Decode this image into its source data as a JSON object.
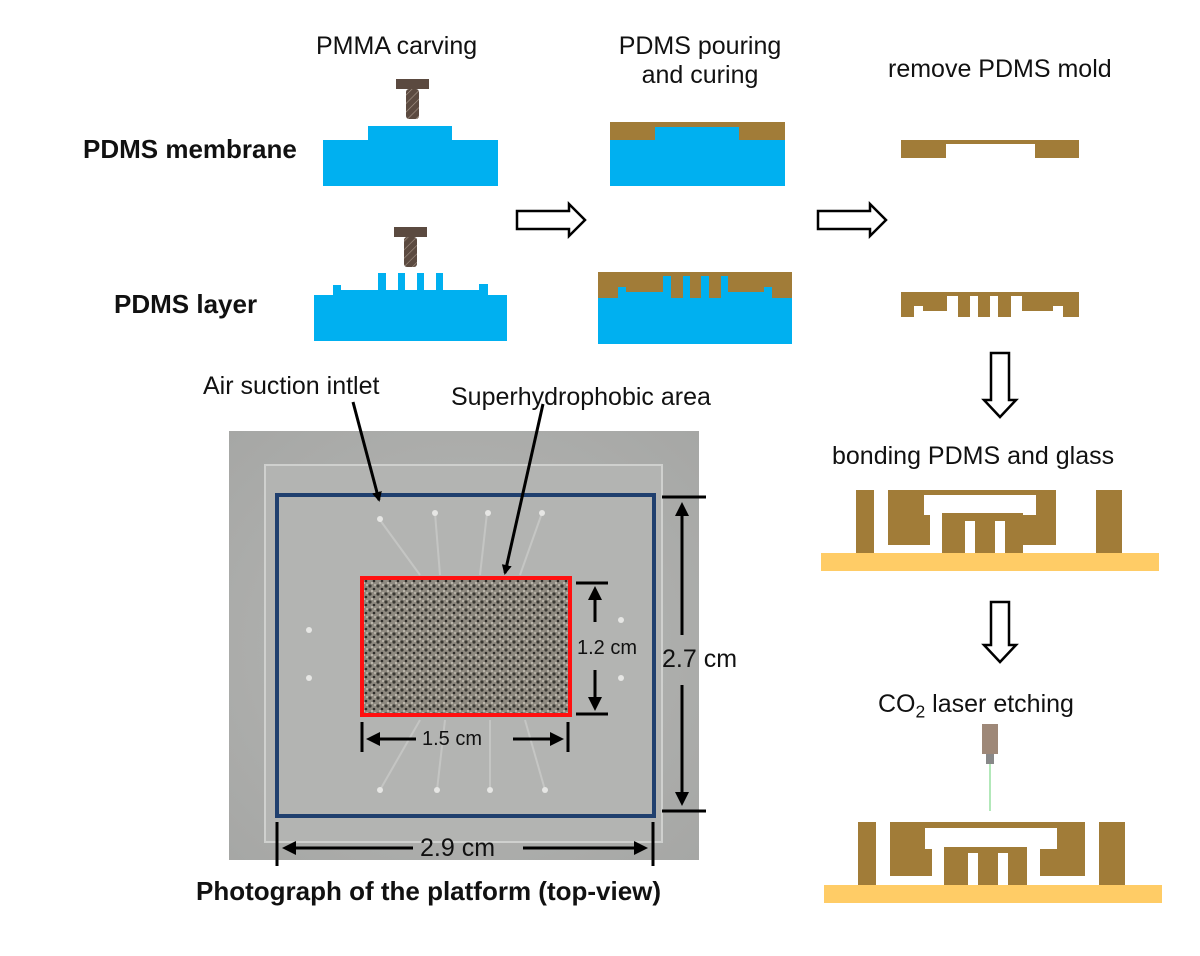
{
  "figure": {
    "steps": {
      "pmma_carving": "PMMA carving",
      "pdms_pouring_line1": "PDMS pouring",
      "pdms_pouring_line2": "and curing",
      "remove_mold": "remove PDMS mold",
      "bonding": "bonding PDMS and glass",
      "laser_prefix": "CO",
      "laser_sub": "2",
      "laser_suffix": " laser etching"
    },
    "rows": {
      "membrane": "PDMS membrane",
      "layer": "PDMS layer"
    },
    "photo": {
      "caption": "Photograph of the platform (top-view)",
      "annotation_inlet": "Air suction intlet",
      "annotation_area": "Superhydrophobic area",
      "dim_area_height": "1.2 cm",
      "dim_area_width": "1.5 cm",
      "dim_chip_height": "2.7 cm",
      "dim_chip_width": "2.9 cm"
    },
    "colors": {
      "pmma": "#00b0f0",
      "pdms": "#a17c38",
      "glass": "#ffcc66",
      "tool": "#5b4a40",
      "laser_head": "#9e8878",
      "laser_beam": "#7fd88a",
      "chip_outline": "#1f3f6e",
      "area_outline": "#ff1010"
    }
  }
}
